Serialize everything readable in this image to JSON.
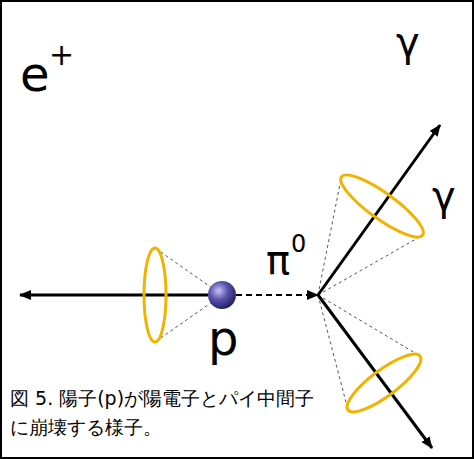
{
  "diagram": {
    "caption": "図 5. 陽子(p)が陽電子とパイ中間子に崩壊する様子。",
    "labels": [
      "e",
      "+",
      "π",
      "0",
      "p",
      "γ",
      "γ"
    ]
  }
}
